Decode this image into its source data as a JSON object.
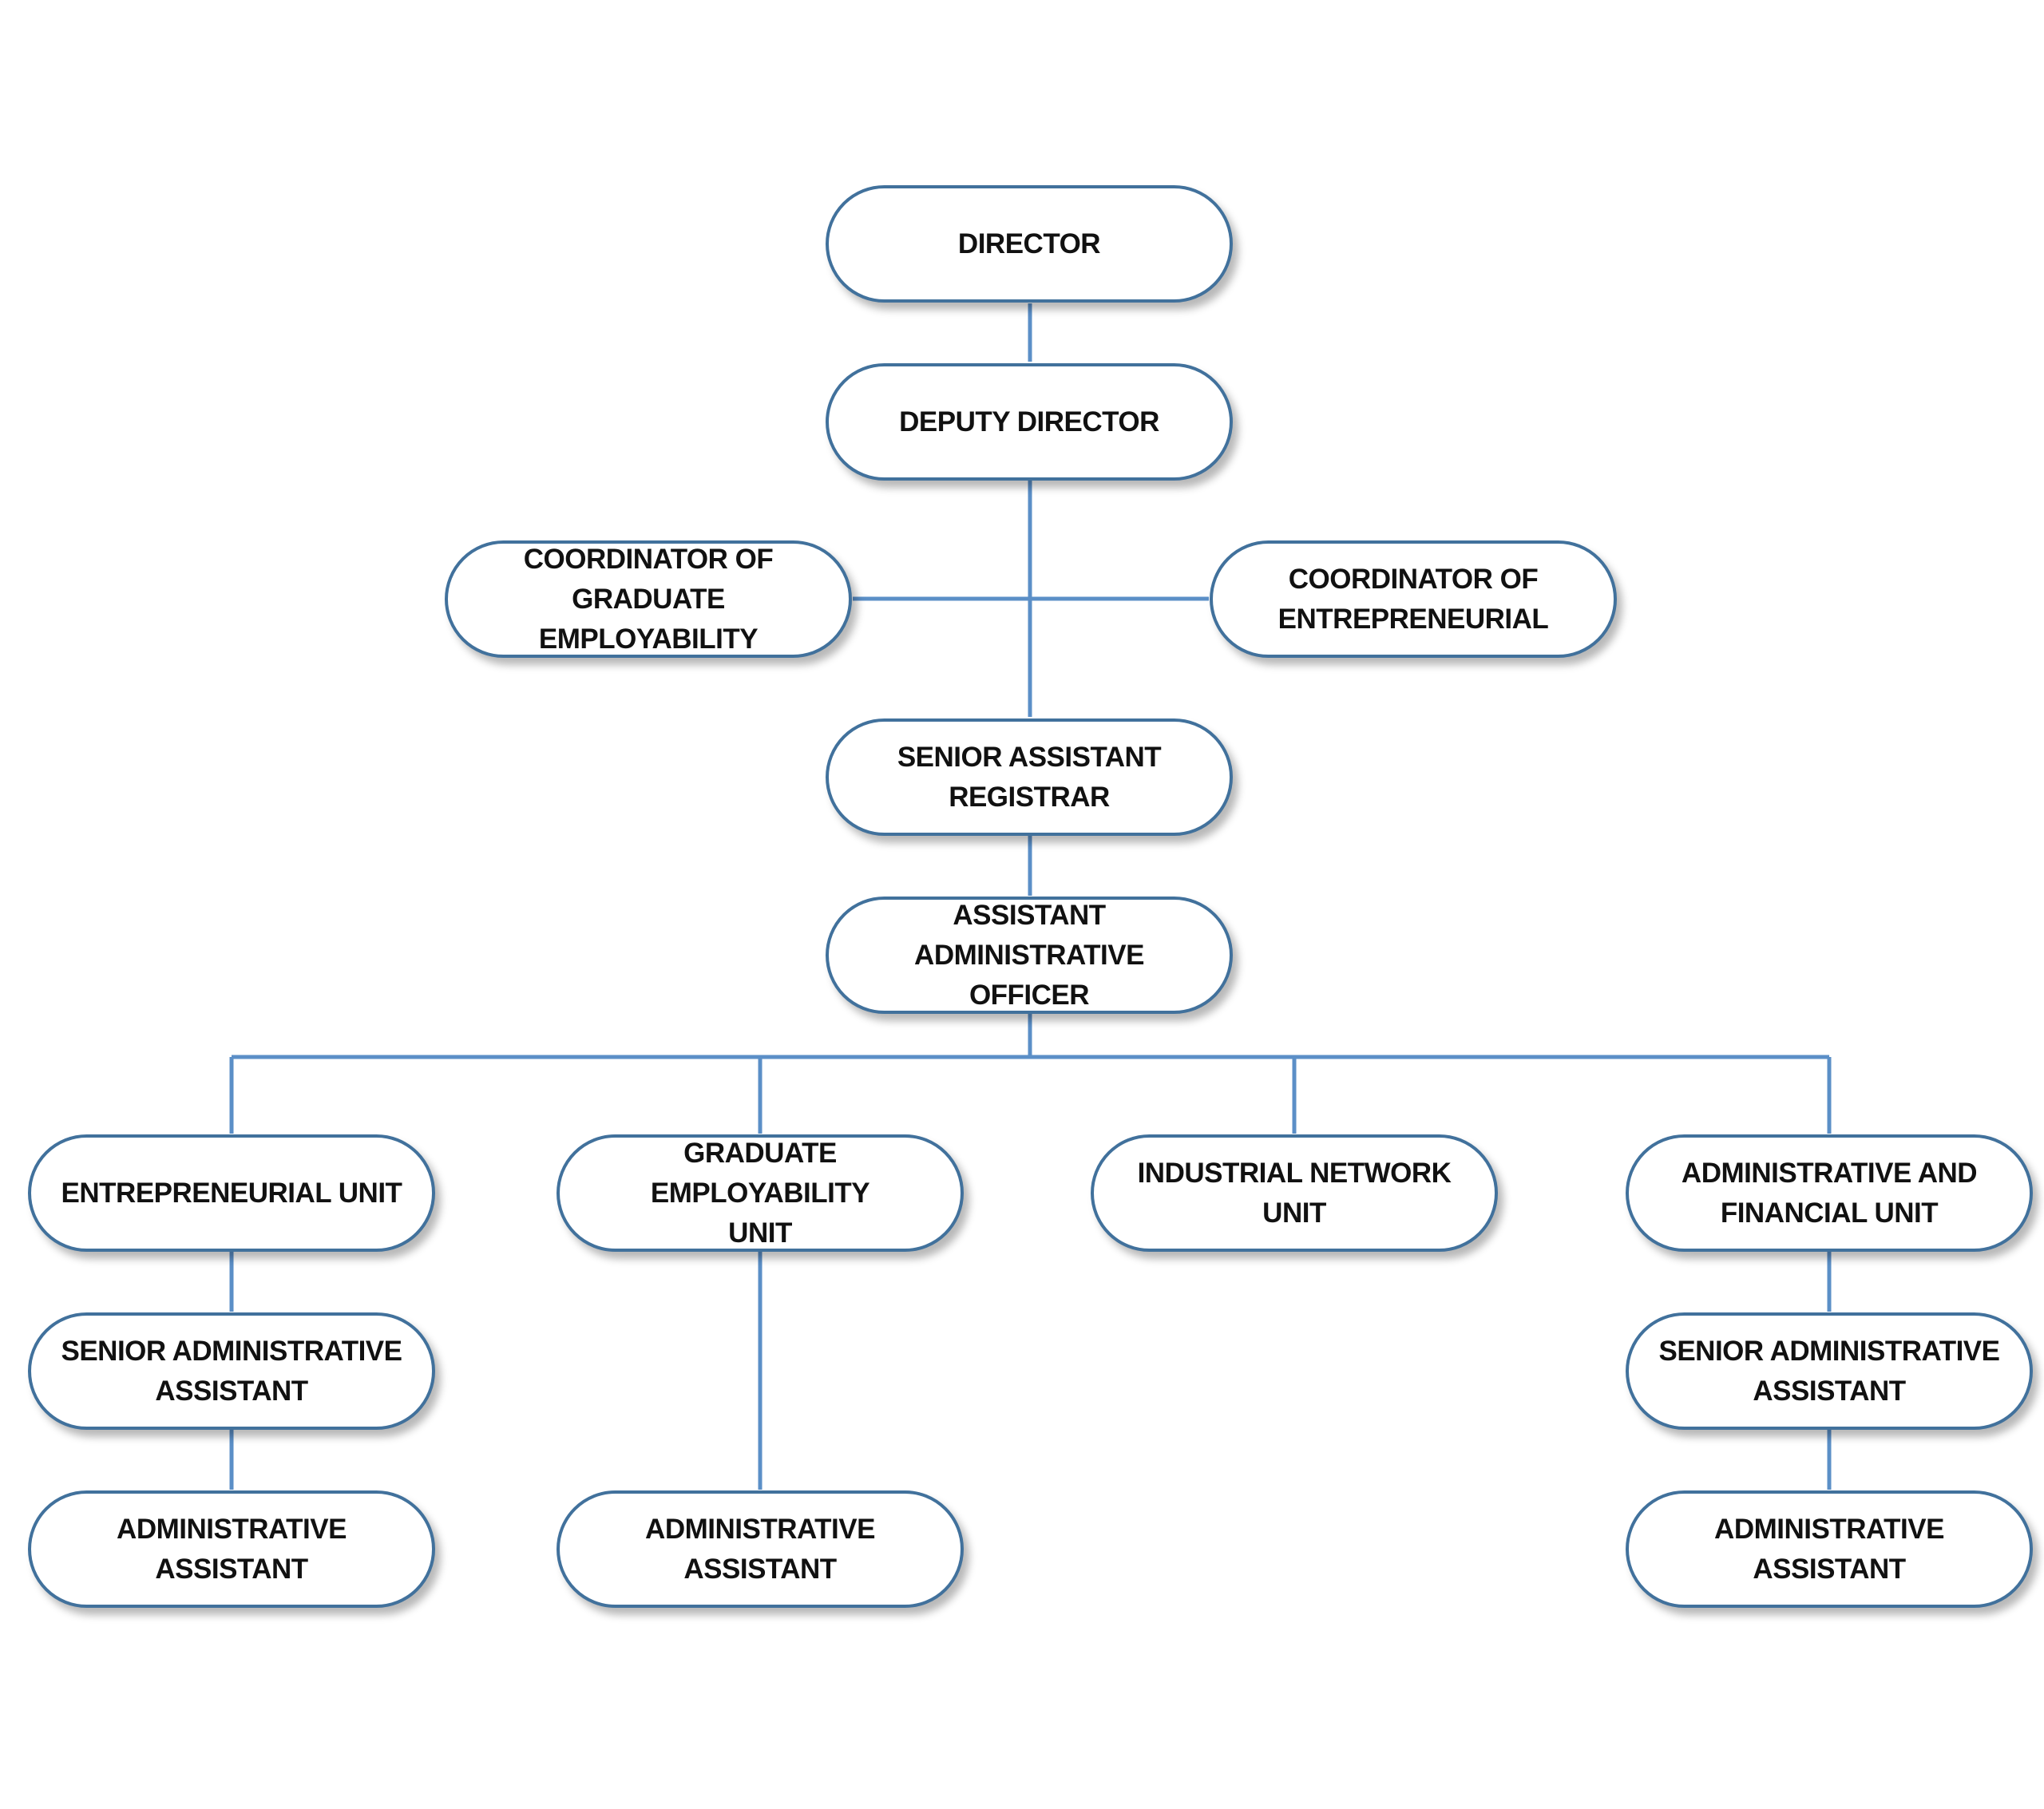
{
  "colors": {
    "connector": "#5b8fc7",
    "node_border": "#41719c",
    "node_fill": "#ffffff",
    "text": "#111111"
  },
  "nodes": {
    "director": {
      "line1": "DIRECTOR",
      "line2": ""
    },
    "deputy_director": {
      "line1": "DEPUTY DIRECTOR",
      "line2": ""
    },
    "coordinator_graduate": {
      "line1": "COORDINATOR OF GRADUATE",
      "line2": "EMPLOYABILITY"
    },
    "coordinator_entrepreneurial": {
      "line1": "COORDINATOR OF",
      "line2": "ENTREPRENEURIAL"
    },
    "senior_assistant_registrar": {
      "line1": "SENIOR ASSISTANT REGISTRAR",
      "line2": ""
    },
    "assistant_admin_officer": {
      "line1": "ASSISTANT ADMINISTRATIVE",
      "line2": "OFFICER"
    },
    "entrepreneurial_unit": {
      "line1": "ENTREPRENEURIAL UNIT",
      "line2": ""
    },
    "graduate_employability_unit": {
      "line1": "GRADUATE EMPLOYABILITY",
      "line2": "UNIT"
    },
    "industrial_network_unit": {
      "line1": "INDUSTRIAL NETWORK UNIT",
      "line2": ""
    },
    "admin_financial_unit": {
      "line1": "ADMINISTRATIVE AND",
      "line2": "FINANCIAL UNIT"
    },
    "senior_admin_assistant_left": {
      "line1": "SENIOR ADMINISTRATIVE",
      "line2": "ASSISTANT"
    },
    "senior_admin_assistant_right": {
      "line1": "SENIOR ADMINISTRATIVE",
      "line2": "ASSISTANT"
    },
    "admin_assistant_1": {
      "line1": "ADMINISTRATIVE ASSISTANT",
      "line2": ""
    },
    "admin_assistant_2": {
      "line1": "ADMINISTRATIVE ASSISTANT",
      "line2": ""
    },
    "admin_assistant_4": {
      "line1": "ADMINISTRATIVE ASSISTANT",
      "line2": ""
    }
  }
}
